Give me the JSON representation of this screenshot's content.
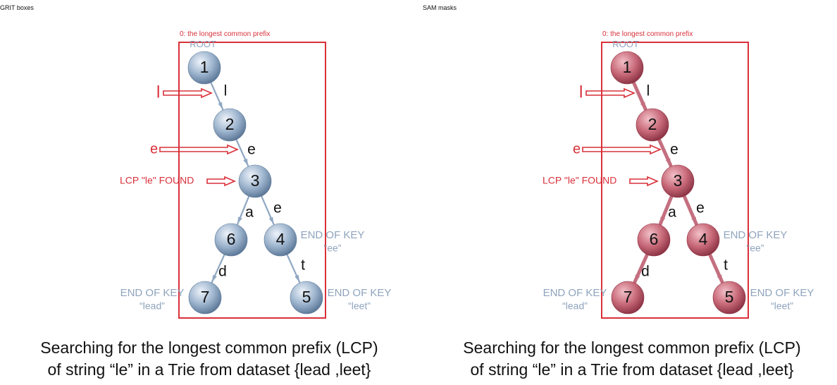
{
  "panels": [
    {
      "label": "GRIT boxes",
      "style": "blue"
    },
    {
      "label": "SAM masks",
      "style": "red"
    }
  ],
  "region_label": "0: the longest common prefix",
  "root_label": "ROOT",
  "nodes": [
    {
      "id": "1"
    },
    {
      "id": "2"
    },
    {
      "id": "3"
    },
    {
      "id": "6"
    },
    {
      "id": "4"
    },
    {
      "id": "7"
    },
    {
      "id": "5"
    }
  ],
  "edges": [
    {
      "from": "1",
      "to": "2",
      "label": "l"
    },
    {
      "from": "2",
      "to": "3",
      "label": "e"
    },
    {
      "from": "3",
      "to": "6",
      "label": "a"
    },
    {
      "from": "3",
      "to": "4",
      "label": "e"
    },
    {
      "from": "6",
      "to": "7",
      "label": "d"
    },
    {
      "from": "4",
      "to": "5",
      "label": "t"
    }
  ],
  "pointers": [
    {
      "label": "l",
      "target": "1-2"
    },
    {
      "label": "e",
      "target": "2-3"
    },
    {
      "label": "LCP \"le\" FOUND",
      "target": "3"
    }
  ],
  "end_keys": [
    {
      "node": "4",
      "title": "END OF KEY",
      "key": "“ee”"
    },
    {
      "node": "7",
      "title": "END OF KEY",
      "key": "“lead”"
    },
    {
      "node": "5",
      "title": "END OF KEY",
      "key": "“leet”"
    }
  ],
  "caption": {
    "line1": "Searching for the longest common prefix (LCP)",
    "line2": "of string “le” in a Trie from dataset {lead ,leet}"
  },
  "colors": {
    "highlight": "#d9303a",
    "node_blue_light": "#eef3fa",
    "node_blue": "#9fb6cf",
    "node_blue_dark": "#5c7898",
    "node_red_light": "#f2c0c8",
    "node_red": "#c96b7a",
    "node_red_dark": "#8c3344",
    "edge_blue": "#8fa7c2",
    "edge_red": "#c46f80",
    "end_key_text": "#8fa4bd"
  }
}
